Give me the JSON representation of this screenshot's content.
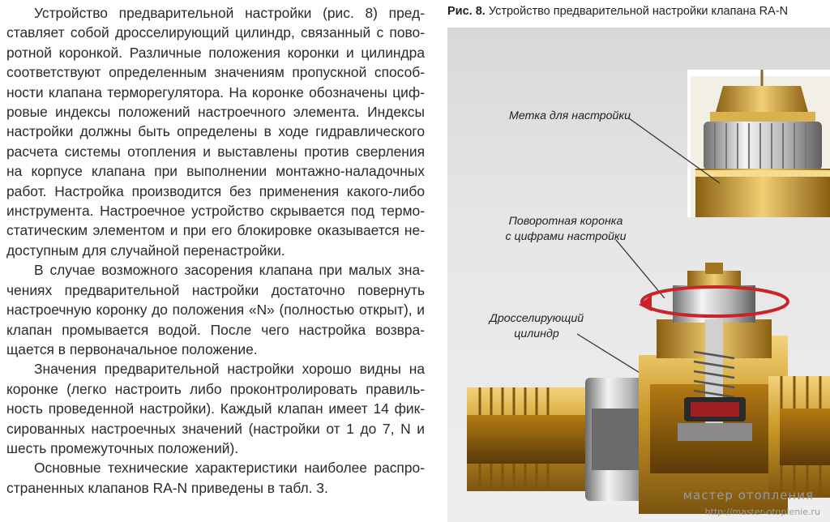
{
  "paragraphs": [
    "Устройство предварительной настройки (рис. 8) пред-ставляет собой дросселирующий цилиндр, связанный с пово-ротной коронкой. Различные положения коронки и цилиндра соответствуют определенным значениям пропускной способ-ности клапана терморегулятора. На коронке обозначены циф-ровые индексы положений настроечного элемента. Индексы настройки должны быть определены в ходе гидравлического расчета системы отопления и выставлены против сверления на корпусе клапана при выполнении монтажно-наладочных работ. Настройка производится без применения какого-либо инструмента. Настроечное устройство скрывается под термо-статическим элементом и при его блокировке оказывается не-доступным для случайной перенастройки.",
    "В случае возможного засорения клапана при малых зна-чениях предварительной настройки достаточно повернуть настроечную коронку до положения «N» (полностью открыт), и клапан промывается водой. После чего настройка возвра-щается в первоначальное положение.",
    "Значения предварительной настройки хорошо видны на коронке (легко настроить либо проконтролировать правиль-ность проведенной настройки). Каждый клапан имеет 14 фик-сированных настроечных значений (настройки от 1 до 7, N и шесть промежуточных положений).",
    "Основные технические характеристики наиболее распро-страненных клапанов RA-N приведены в табл. 3."
  ],
  "figure": {
    "number": "Рис. 8.",
    "title": "Устройство предварительной настройки клапана RA-N",
    "callouts": {
      "mark": "Метка для настройки",
      "crown_line1": "Поворотная коронка",
      "crown_line2": "с цифрами настройки",
      "cylinder_line1": "Дросселирующий",
      "cylinder_line2": "цилиндр"
    },
    "watermark": "мастер отопления",
    "watermark_url": "http://master-otoplenie.ru"
  }
}
